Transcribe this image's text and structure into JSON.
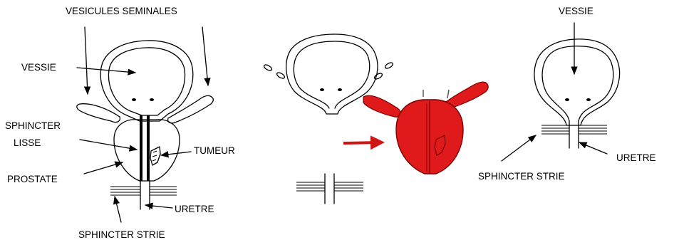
{
  "labels": {
    "vesicules_seminales": "VESICULES SEMINALES",
    "vessie_left": "VESSIE",
    "sphincter_lisse_line1": "SPHINCTER",
    "sphincter_lisse_line2": "LISSE",
    "tumeur": "TUMEUR",
    "prostate": "PROSTATE",
    "uretre_left": "URETRE",
    "sphincter_strie_left": "SPHINCTER STRIE",
    "vessie_right": "VESSIE",
    "uretre_right": "URETRE",
    "sphincter_strie_right": "SPHINCTER STRIE"
  },
  "colors": {
    "resected_specimen": "#e01a1a",
    "specimen_outline": "#7a0000",
    "transition_arrow": "#d01515",
    "line": "#000000"
  }
}
